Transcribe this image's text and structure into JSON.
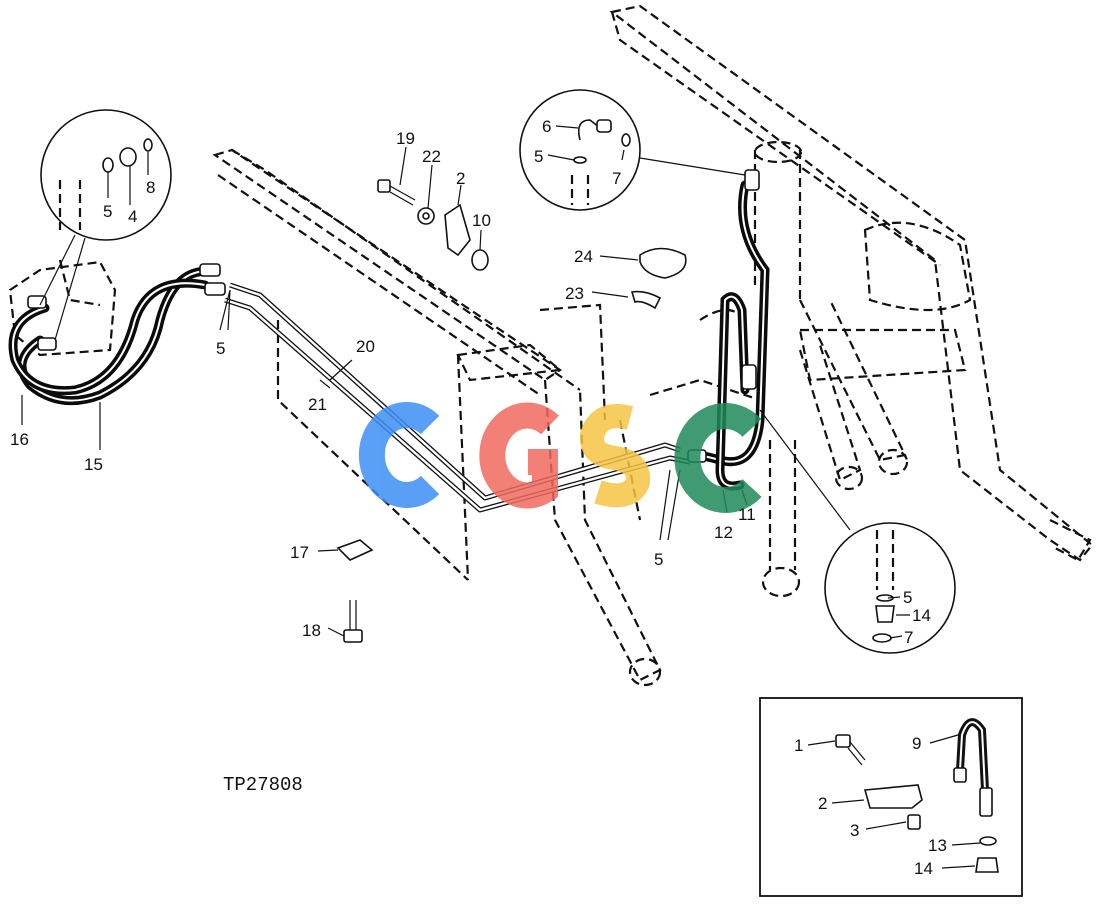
{
  "figure_code": "TP27808",
  "watermark": {
    "text": "CGSC",
    "colors": [
      "#3d8ff5",
      "#f06a5f",
      "#f5c542",
      "#1f8a5a"
    ]
  },
  "callouts": {
    "c1": "1",
    "c2a": "2",
    "c2b": "2",
    "c3": "3",
    "c4": "4",
    "c5a": "5",
    "c5b": "5",
    "c5c": "5",
    "c5d": "5",
    "c5e": "5",
    "c6": "6",
    "c7a": "7",
    "c7b": "7",
    "c8": "8",
    "c9": "9",
    "c10": "10",
    "c11": "11",
    "c12": "12",
    "c13": "13",
    "c14a": "14",
    "c14b": "14",
    "c15": "15",
    "c16": "16",
    "c17": "17",
    "c18": "18",
    "c19": "19",
    "c20": "20",
    "c21": "21",
    "c22": "22",
    "c23": "23",
    "c24": "24"
  }
}
